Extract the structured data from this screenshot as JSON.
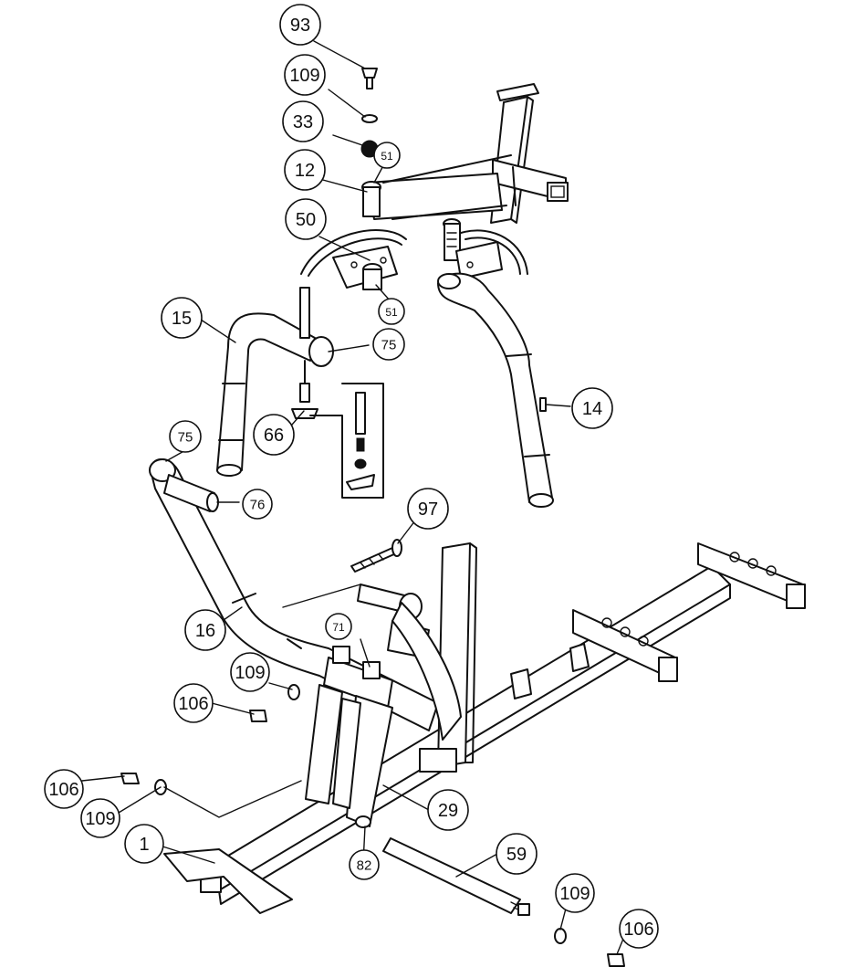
{
  "parts": [
    {
      "label": "93"
    },
    {
      "label": "109"
    },
    {
      "label": "33"
    },
    {
      "label": "51"
    },
    {
      "label": "12"
    },
    {
      "label": "50"
    },
    {
      "label": "51"
    },
    {
      "label": "15"
    },
    {
      "label": "75"
    },
    {
      "label": "14"
    },
    {
      "label": "66"
    },
    {
      "label": "75"
    },
    {
      "label": "76"
    },
    {
      "label": "97"
    },
    {
      "label": "16"
    },
    {
      "label": "71"
    },
    {
      "label": "109"
    },
    {
      "label": "106"
    },
    {
      "label": "106"
    },
    {
      "label": "109"
    },
    {
      "label": "29"
    },
    {
      "label": "1"
    },
    {
      "label": "82"
    },
    {
      "label": "59"
    },
    {
      "label": "109"
    },
    {
      "label": "106"
    }
  ]
}
